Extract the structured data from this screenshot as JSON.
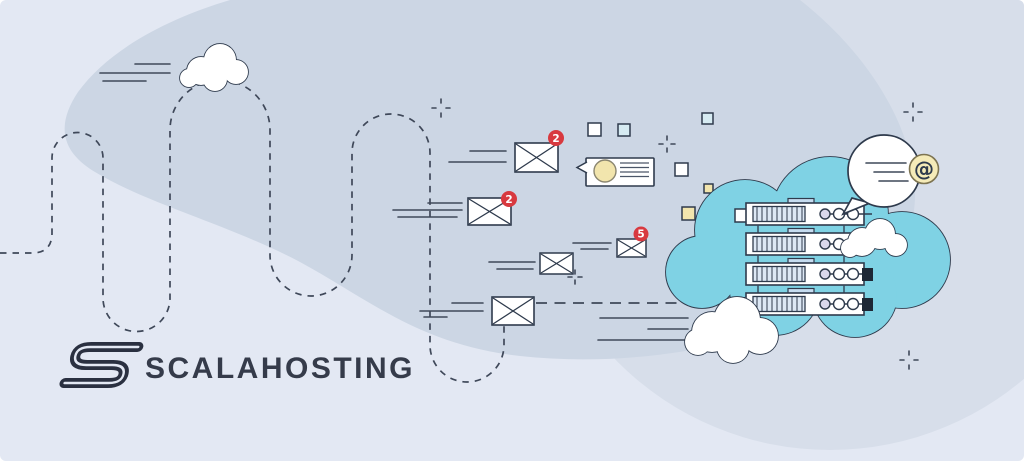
{
  "brand": {
    "name": "SCALAHOSTING"
  },
  "illustration": {
    "at_symbol": "@",
    "envelopes": [
      {
        "name": "envelope-top",
        "badge": "2"
      },
      {
        "name": "envelope-middle",
        "badge": "2"
      },
      {
        "name": "envelope-small"
      },
      {
        "name": "envelope-large"
      },
      {
        "name": "envelope-tiny",
        "badge": "5"
      }
    ]
  },
  "colors": {
    "background": "#e3e8f3",
    "blob": "#ccd6e4",
    "halo_circle": "#d7deea",
    "cloud_cyan": "#7fd2e4",
    "outline": "#2e3a4c",
    "badge_red": "#d8393f",
    "accent_yellow": "#f2e5ad",
    "logo": "#2f3646"
  }
}
